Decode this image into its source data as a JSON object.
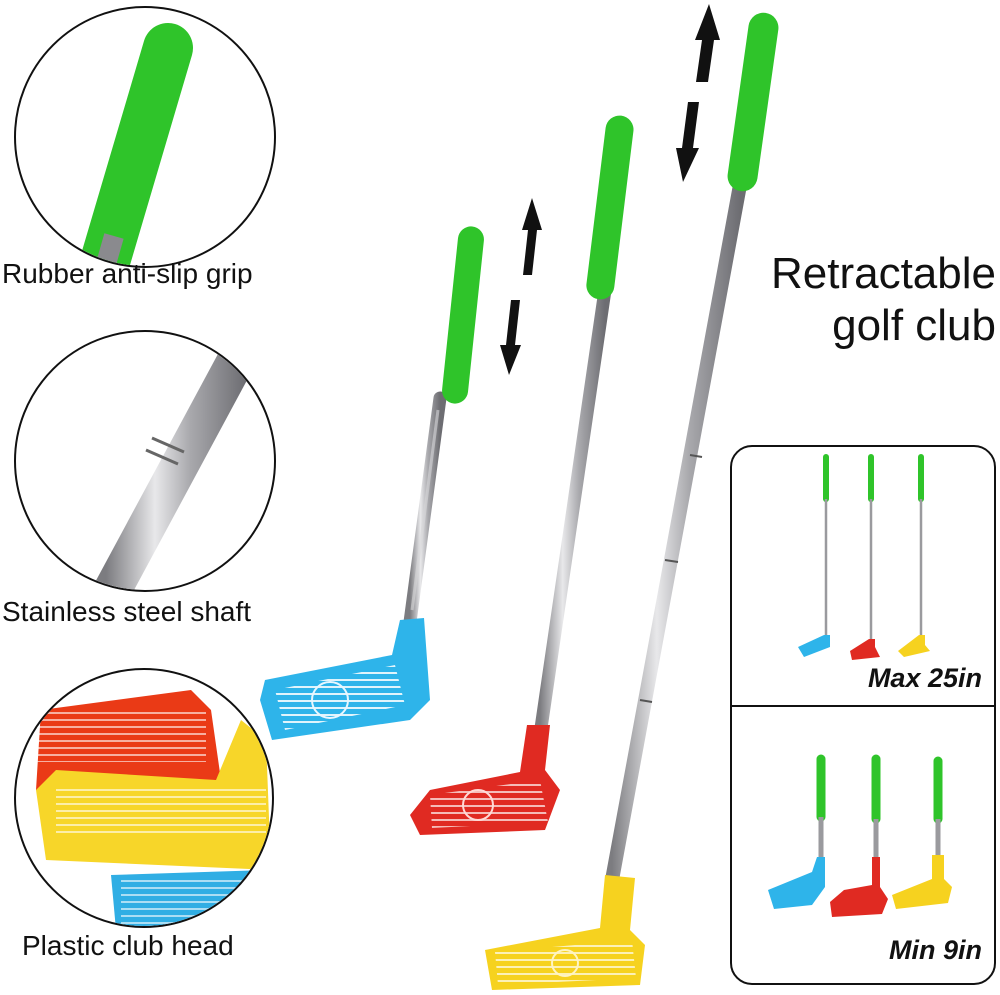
{
  "title": {
    "line1": "Retractable",
    "line2": "golf club"
  },
  "features": [
    {
      "label": "Rubber anti-slip grip",
      "icon": "grip-closeup-icon"
    },
    {
      "label": "Stainless steel shaft",
      "icon": "shaft-closeup-icon"
    },
    {
      "label": "Plastic club head",
      "icon": "club-head-closeup-icon"
    }
  ],
  "size_panel": {
    "max_label": "Max 25in",
    "min_label": "Min 9in"
  },
  "colors": {
    "grip": "#2fc42a",
    "blue_head": "#2eb4ea",
    "red_head": "#e02a22",
    "yellow_head": "#f6d21f",
    "shaft": "#b9b9bb",
    "outline": "#111111"
  }
}
